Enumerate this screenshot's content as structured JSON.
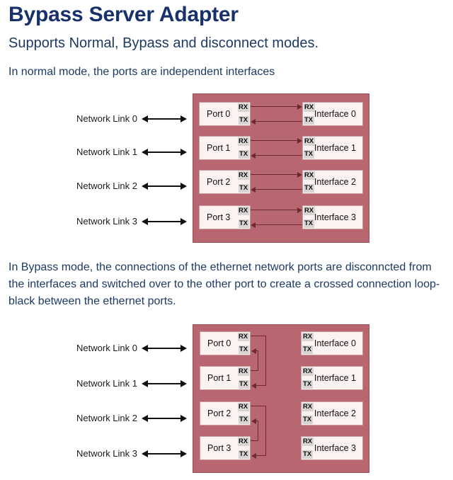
{
  "document": {
    "title": "Bypass Server Adapter",
    "subtitle": "Supports Normal, Bypass and disconnect modes.",
    "paragraph_normal": "In normal mode, the ports are independent interfaces",
    "paragraph_bypass": "In Bypass mode, the connections of the ethernet network ports are disconncted from the interfaces and switched over to the other port to create a crossed connection loop-black between the ethernet ports."
  },
  "colors": {
    "heading": "#18316b",
    "body_text": "#1d3a63",
    "panel_fill": "#b86670",
    "panel_border": "#9d5058",
    "node_fill": "#fdf2f2",
    "node_border": "#c99a9d",
    "pin_fill": "#d9d4d4",
    "wire": "#6e2b2b",
    "link_arrow": "#111111"
  },
  "pins": {
    "rx": "RX",
    "tx": "TX"
  },
  "diagrams": [
    {
      "id": "normal-mode",
      "mode": "Normal",
      "links": [
        {
          "label": "Network Link 0"
        },
        {
          "label": "Network Link 1"
        },
        {
          "label": "Network Link 2"
        },
        {
          "label": "Network Link 3"
        }
      ],
      "ports": [
        {
          "label": "Port 0"
        },
        {
          "label": "Port 1"
        },
        {
          "label": "Port 2"
        },
        {
          "label": "Port 3"
        }
      ],
      "interfaces": [
        {
          "label": "Interface 0"
        },
        {
          "label": "Interface 1"
        },
        {
          "label": "Interface 2"
        },
        {
          "label": "Interface 3"
        }
      ],
      "connections": [
        {
          "from": "Port 0 RX",
          "to": "Interface 0 RX",
          "direction": "right"
        },
        {
          "from": "Interface 0 TX",
          "to": "Port 0 TX",
          "direction": "left"
        },
        {
          "from": "Port 1 RX",
          "to": "Interface 1 RX",
          "direction": "right"
        },
        {
          "from": "Interface 1 TX",
          "to": "Port 1 TX",
          "direction": "left"
        },
        {
          "from": "Port 2 RX",
          "to": "Interface 2 RX",
          "direction": "right"
        },
        {
          "from": "Interface 2 TX",
          "to": "Port 2 TX",
          "direction": "left"
        },
        {
          "from": "Port 3 RX",
          "to": "Interface 3 RX",
          "direction": "right"
        },
        {
          "from": "Interface 3 TX",
          "to": "Port 3 TX",
          "direction": "left"
        }
      ]
    },
    {
      "id": "bypass-mode",
      "mode": "Bypass",
      "links": [
        {
          "label": "Network Link 0"
        },
        {
          "label": "Network Link 1"
        },
        {
          "label": "Network Link 2"
        },
        {
          "label": "Network Link 3"
        }
      ],
      "ports": [
        {
          "label": "Port 0"
        },
        {
          "label": "Port 1"
        },
        {
          "label": "Port 2"
        },
        {
          "label": "Port 3"
        }
      ],
      "interfaces": [
        {
          "label": "Interface 0"
        },
        {
          "label": "Interface 1"
        },
        {
          "label": "Interface 2"
        },
        {
          "label": "Interface 3"
        }
      ],
      "connections": [
        {
          "from": "Port 0 RX",
          "to": "Port 1 TX",
          "direction": "left"
        },
        {
          "from": "Port 1 RX",
          "to": "Port 0 TX",
          "direction": "left"
        },
        {
          "from": "Port 2 RX",
          "to": "Port 3 TX",
          "direction": "left"
        },
        {
          "from": "Port 3 RX",
          "to": "Port 2 TX",
          "direction": "left"
        }
      ],
      "interfaces_disconnected": true
    }
  ]
}
